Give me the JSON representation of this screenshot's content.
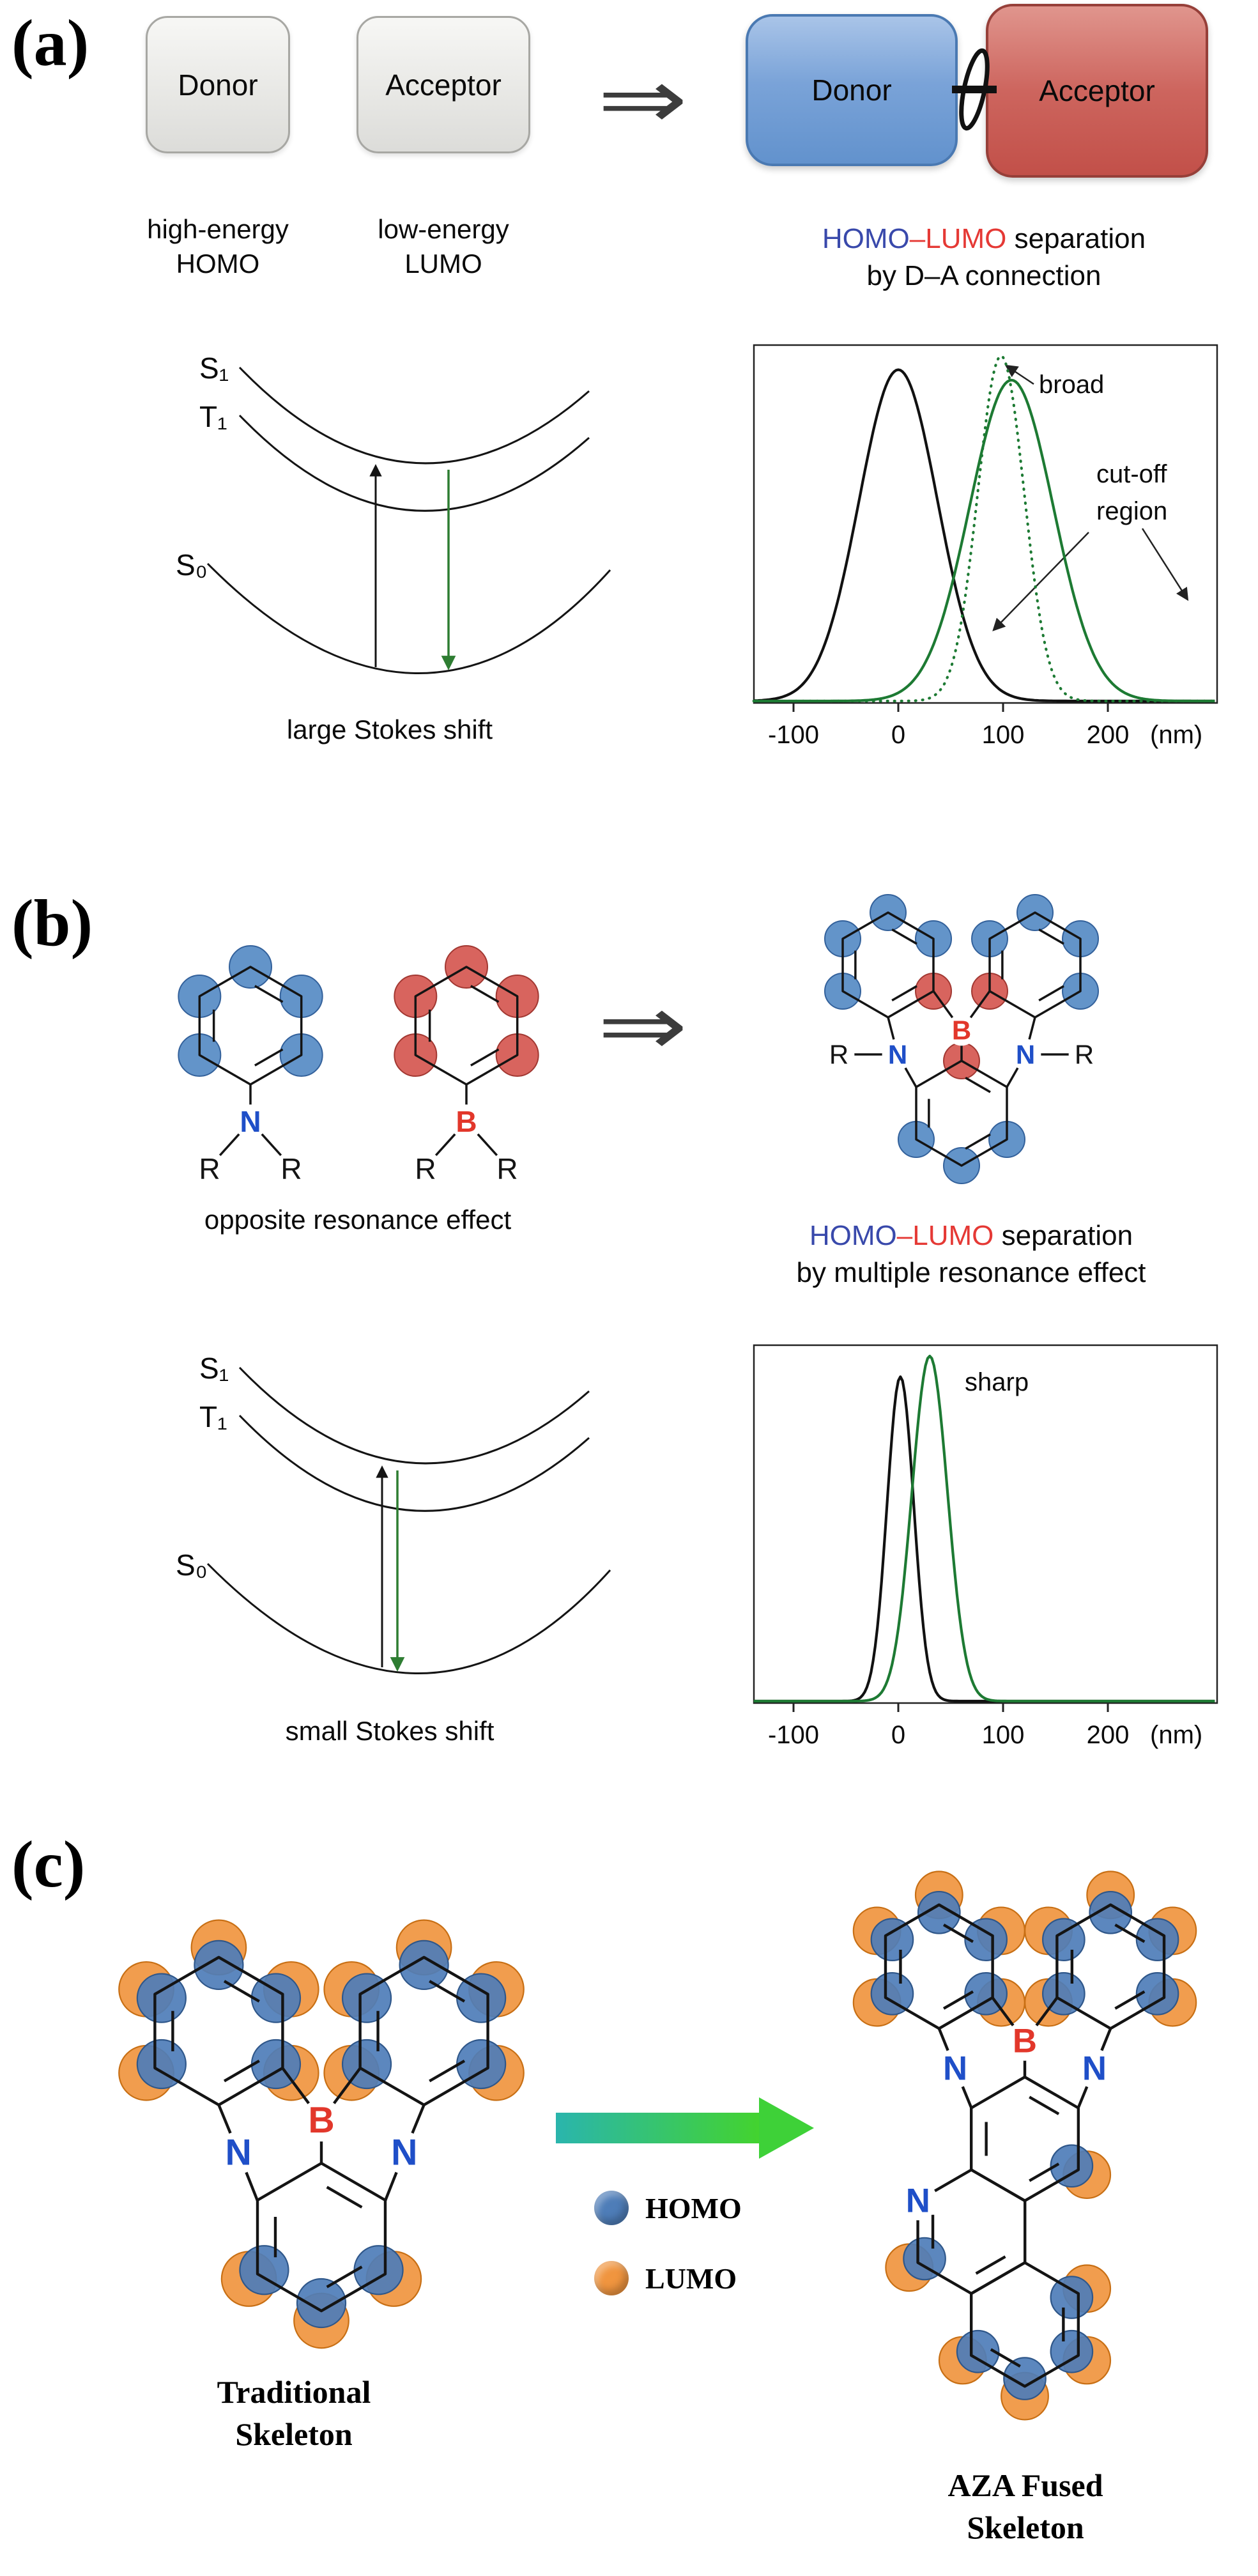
{
  "figure": {
    "panels": {
      "a": "(a)",
      "b": "(b)",
      "c": "(c)"
    }
  },
  "atoms": {
    "B": "B",
    "N": "N",
    "R": "R"
  },
  "colors": {
    "homo_text_blue": "#3949ab",
    "lumo_text_red": "#e53935",
    "orbital_blue": "#5b8ec6",
    "orbital_red": "#d65c55",
    "orbital_orange": "#f0953f",
    "orbital_homo_blue": "#4e7db8",
    "atom_nitrogen_blue": "#1f4fc8",
    "atom_boron_red": "#e2372b",
    "atom_carbon_black": "#141414",
    "spectrum_green": "#1d7a33",
    "energy_green": "#2e7d32",
    "donor_box_blue": "#6a98d4",
    "acceptor_box_red": "#c2524c",
    "gray_box": "#e8e8e5",
    "green_arrow_start": "#2ab5ad",
    "green_arrow_end": "#43d32f"
  },
  "panel_a": {
    "arrow": "⇒",
    "gray_donor": "Donor",
    "gray_acceptor": "Acceptor",
    "blue_donor": "Donor",
    "red_acceptor": "Acceptor",
    "caption_donor_line1": "high-energy",
    "caption_donor_line2": "HOMO",
    "caption_acceptor_line1": "low-energy",
    "caption_acceptor_line2": "LUMO",
    "sep_homo": "HOMO",
    "sep_dash": "–",
    "sep_lumo": "LUMO",
    "sep_tail": " separation",
    "sep_line2": "by D–A connection",
    "energy": {
      "s1": "S₁",
      "t1": "T₁",
      "s0": "S₀",
      "caption": "large Stokes shift"
    }
  },
  "panel_b": {
    "arrow": "⇒",
    "caption_resonance": "opposite resonance effect",
    "sep_homo": "HOMO",
    "sep_dash": "–",
    "sep_lumo": "LUMO",
    "sep_tail": " separation",
    "sep_line2": "by multiple resonance effect",
    "energy": {
      "s1": "S₁",
      "t1": "T₁",
      "s0": "S₀",
      "caption": "small Stokes shift"
    }
  },
  "panel_c": {
    "legend": {
      "homo": "HOMO",
      "lumo": "LUMO"
    },
    "caption_traditional_line1": "Traditional",
    "caption_traditional_line2": "Skeleton",
    "caption_aza_line1": "AZA Fused",
    "caption_aza_line2": "Skeleton"
  },
  "chart_data": [
    {
      "id": "spectrum-a",
      "type": "line",
      "title": "",
      "xlabel": "(nm)",
      "ylabel": "",
      "x_ticks": [
        -100,
        0,
        100,
        200
      ],
      "xlim": [
        -138,
        302
      ],
      "grid": false,
      "legend": false,
      "annotations": {
        "broad": "broad",
        "cutoff_line1": "cut-off",
        "cutoff_line2": "region"
      },
      "series": [
        {
          "name": "absorption",
          "color": "#111111",
          "style": "solid",
          "peak_nm": 0,
          "fwhm_nm": 88,
          "height": 0.96
        },
        {
          "name": "emission-narrow",
          "color": "#1d7a33",
          "style": "dotted",
          "peak_nm": 98,
          "fwhm_nm": 52,
          "height": 1.0
        },
        {
          "name": "emission-broad",
          "color": "#1d7a33",
          "style": "solid",
          "peak_nm": 108,
          "fwhm_nm": 94,
          "height": 0.93
        }
      ]
    },
    {
      "id": "spectrum-b",
      "type": "line",
      "title": "",
      "xlabel": "(nm)",
      "ylabel": "",
      "x_ticks": [
        -100,
        0,
        100,
        200
      ],
      "xlim": [
        -138,
        302
      ],
      "grid": false,
      "legend": false,
      "annotations": {
        "sharp": "sharp"
      },
      "series": [
        {
          "name": "absorption",
          "color": "#111111",
          "style": "solid",
          "peak_nm": 2,
          "fwhm_nm": 30,
          "height": 0.94
        },
        {
          "name": "emission",
          "color": "#1d7a33",
          "style": "solid",
          "peak_nm": 30,
          "fwhm_nm": 40,
          "height": 1.0
        }
      ]
    }
  ]
}
